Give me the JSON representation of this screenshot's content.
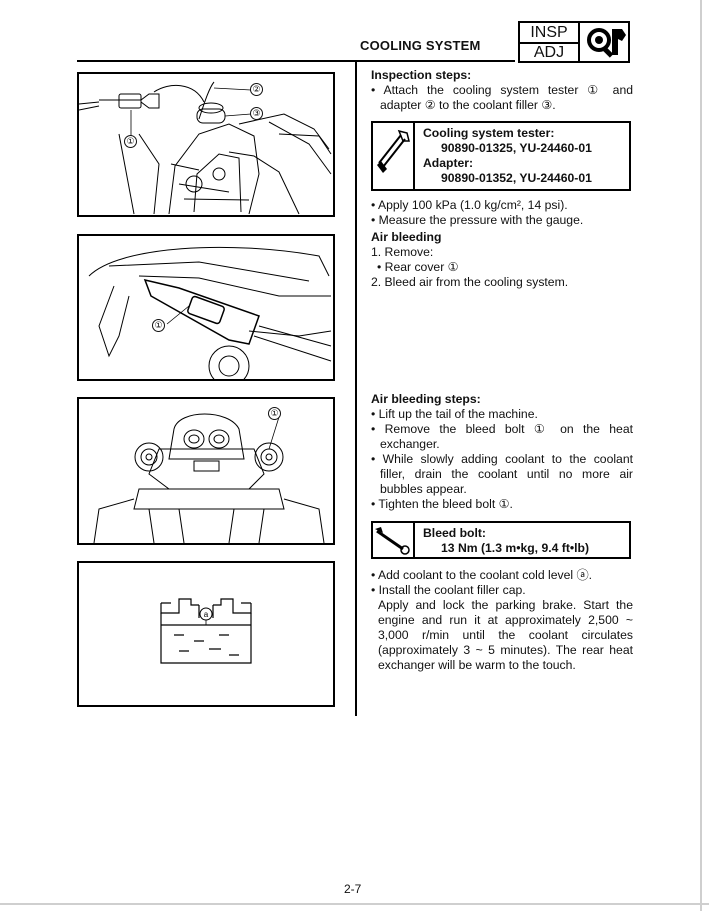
{
  "header": {
    "title": "COOLING SYSTEM",
    "tag_line1": "INSP",
    "tag_line2": "ADJ",
    "tag_icon": "wrench-magnifier-icon"
  },
  "figures": {
    "fig1_callouts": [
      "②",
      "③",
      "①"
    ],
    "fig2_callouts": [
      "①"
    ],
    "fig3_callouts": [
      "①"
    ],
    "fig4_callouts": [
      "ⓐ"
    ]
  },
  "section1": {
    "heading": "Inspection steps:",
    "step1": "• Attach the cooling system tester ① and adapter ② to the coolant filler ③."
  },
  "spec1": {
    "icon": "special-tool-icon",
    "label1": "Cooling system tester:",
    "value1": "90890-01325, YU-24460-01",
    "label2": "Adapter:",
    "value2": "90890-01352, YU-24460-01"
  },
  "section1b": {
    "bullet1": "• Apply 100 kPa (1.0 kg/cm², 14 psi).",
    "bullet2": "• Measure the pressure with the gauge."
  },
  "section2": {
    "heading": "Air bleeding",
    "item1": "1. Remove:",
    "sub1": "• Rear cover ①",
    "item2": "2. Bleed air from the cooling system."
  },
  "section3": {
    "heading": "Air bleeding steps:",
    "b1": "• Lift up the tail of the machine.",
    "b2": "• Remove the bleed bolt ① on the heat exchanger.",
    "b3": "• While slowly adding coolant to the coolant filler, drain the coolant until no more air bubbles appear.",
    "b4": "• Tighten the bleed bolt ①."
  },
  "spec2": {
    "icon": "torque-wrench-icon",
    "label": "Bleed bolt:",
    "value": "13 Nm (1.3 m•kg, 9.4 ft•lb)"
  },
  "section4": {
    "b1": "• Add coolant to the coolant cold level ⓐ.",
    "b2": "• Install the coolant filler cap.",
    "para": "Apply and lock the parking brake. Start the engine and run it at approximately 2,500 ~ 3,000 r/min until the coolant circulates (approximately 3 ~ 5 minutes). The rear heat exchanger will be warm to the touch."
  },
  "footer": {
    "page_number": "2-7"
  }
}
